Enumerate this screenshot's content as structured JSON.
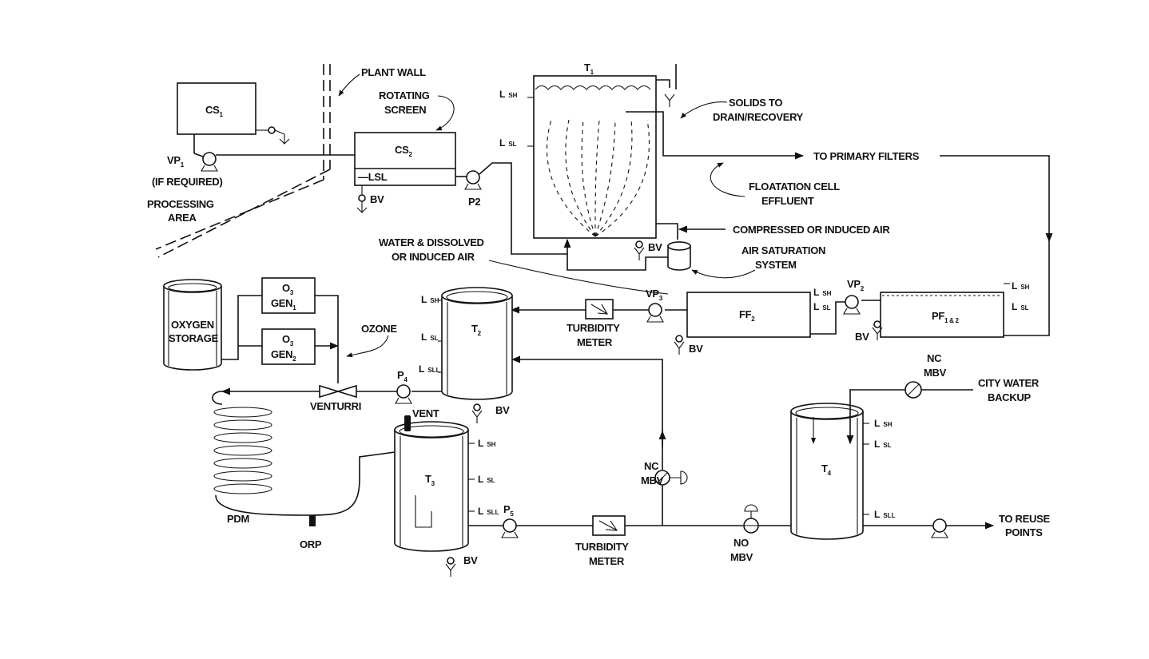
{
  "labels": {
    "plant_wall": "PLANT WALL",
    "rotating_screen_1": "ROTATING",
    "rotating_screen_2": "SCREEN",
    "cs1": "CS",
    "cs1_sub": "1",
    "cs2": "CS",
    "cs2_sub": "2",
    "lsl": "LSL",
    "vp1": "VP",
    "vp1_sub": "1",
    "if_required": "(IF REQUIRED)",
    "processing_area_1": "PROCESSING",
    "processing_area_2": "AREA",
    "bv": "BV",
    "p2": "P2",
    "t1": "T",
    "t1_sub": "1",
    "solids_1": "SOLIDS TO",
    "solids_2": "DRAIN/RECOVERY",
    "to_primary_filters": "TO PRIMARY FILTERS",
    "floatation_1": "FLOATATION CELL",
    "floatation_2": "EFFLUENT",
    "compressed_air": "COMPRESSED OR INDUCED AIR",
    "water_dissolved_1": "WATER & DISSOLVED",
    "water_dissolved_2": "OR INDUCED AIR",
    "air_sat_1": "AIR SATURATION",
    "air_sat_2": "SYSTEM",
    "oxygen_1": "OXYGEN",
    "oxygen_2": "STORAGE",
    "o3": "O",
    "o3_sub": "3",
    "gen": "GEN",
    "gen1_sub": "1",
    "gen2_sub": "2",
    "ozone": "OZONE",
    "venturri": "VENTURRI",
    "p4": "P",
    "p4_sub": "4",
    "t2": "T",
    "t2_sub": "2",
    "turbidity_1": "TURBIDITY",
    "turbidity_2": "METER",
    "vp3": "VP",
    "vp3_sub": "3",
    "ff2": "FF",
    "ff2_sub": "2",
    "vp2": "VP",
    "vp2_sub": "2",
    "pf": "PF",
    "pf_sub": "1 & 2",
    "vent": "VENT",
    "t3": "T",
    "t3_sub": "3",
    "p5": "P",
    "p5_sub": "5",
    "pdm": "PDM",
    "orp": "ORP",
    "nc": "NC",
    "mbv": "MBV",
    "no": "NO",
    "t4": "T",
    "t4_sub": "4",
    "city_water_1": "CITY WATER",
    "city_water_2": "BACKUP",
    "reuse_1": "TO REUSE",
    "reuse_2": "POINTS",
    "l": "L",
    "sh": "SH",
    "sl": "SL",
    "sll": "SLL"
  }
}
